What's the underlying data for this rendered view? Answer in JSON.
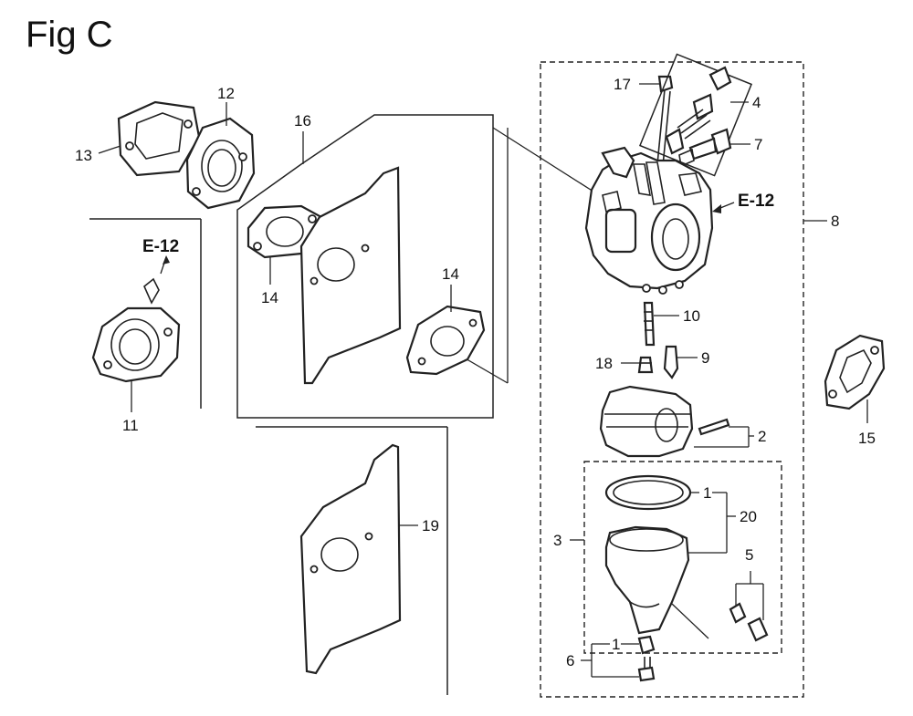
{
  "figure": {
    "title": "Fig C"
  },
  "callouts": {
    "p1a": "1",
    "p1b": "1",
    "p2": "2",
    "p3": "3",
    "p4": "4",
    "p5": "5",
    "p6": "6",
    "p7": "7",
    "p8": "8",
    "p9": "9",
    "p10": "10",
    "p11": "11",
    "p12": "12",
    "p13": "13",
    "p14a": "14",
    "p14b": "14",
    "p15": "15",
    "p16": "16",
    "p17": "17",
    "p18": "18",
    "p19": "19",
    "p20": "20"
  },
  "references": {
    "ref_left": "E-12",
    "ref_right": "E-12"
  },
  "colors": {
    "line": "#222222",
    "background": "#ffffff"
  }
}
